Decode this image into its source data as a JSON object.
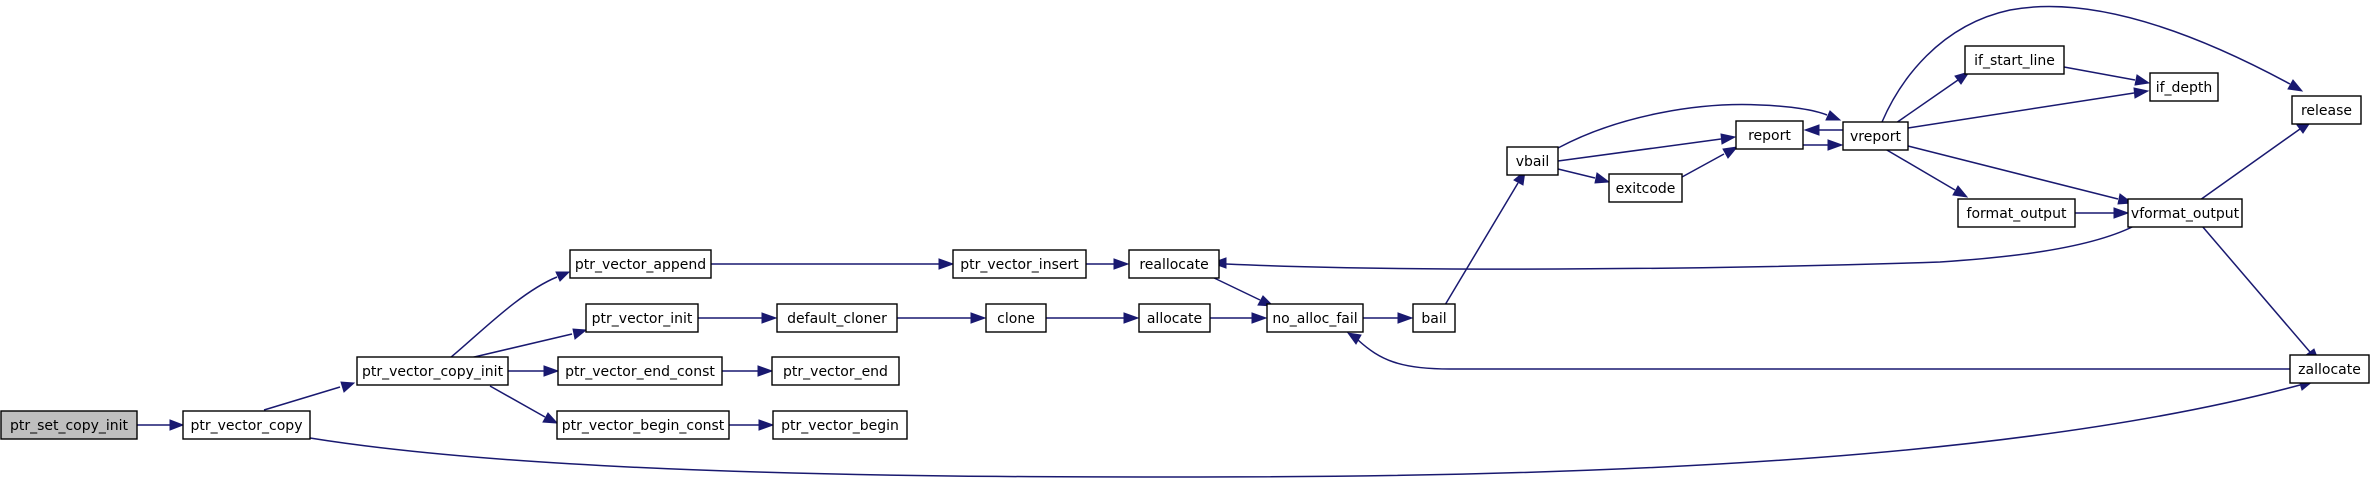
{
  "graph": {
    "edge_color": "#191970",
    "root_fill": "#bfbfbf",
    "nodes": {
      "ptr_set_copy_init": "ptr_set_copy_init",
      "ptr_vector_copy": "ptr_vector_copy",
      "ptr_vector_copy_init": "ptr_vector_copy_init",
      "ptr_vector_append": "ptr_vector_append",
      "ptr_vector_init": "ptr_vector_init",
      "ptr_vector_end_const": "ptr_vector_end_const",
      "ptr_vector_begin_const": "ptr_vector_begin_const",
      "ptr_vector_insert": "ptr_vector_insert",
      "default_cloner": "default_cloner",
      "ptr_vector_end": "ptr_vector_end",
      "ptr_vector_begin": "ptr_vector_begin",
      "reallocate": "reallocate",
      "clone": "clone",
      "allocate": "allocate",
      "no_alloc_fail": "no_alloc_fail",
      "bail": "bail",
      "vbail": "vbail",
      "exitcode": "exitcode",
      "report": "report",
      "vreport": "vreport",
      "if_start_line": "if_start_line",
      "if_depth": "if_depth",
      "format_output": "format_output",
      "vformat_output": "vformat_output",
      "release": "release",
      "zallocate": "zallocate"
    }
  }
}
